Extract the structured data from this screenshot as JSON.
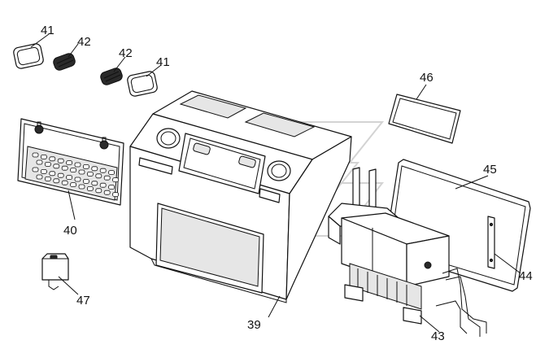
{
  "callouts": {
    "c41a": "41",
    "c42a": "42",
    "c42b": "42",
    "c41b": "41",
    "c46": "46",
    "c40": "40",
    "c45": "45",
    "c44": "44",
    "c47": "47",
    "c39": "39",
    "c43": "43"
  },
  "colors": {
    "line": "#111111",
    "background": "#ffffff",
    "watermark": "#d3d3d3"
  }
}
